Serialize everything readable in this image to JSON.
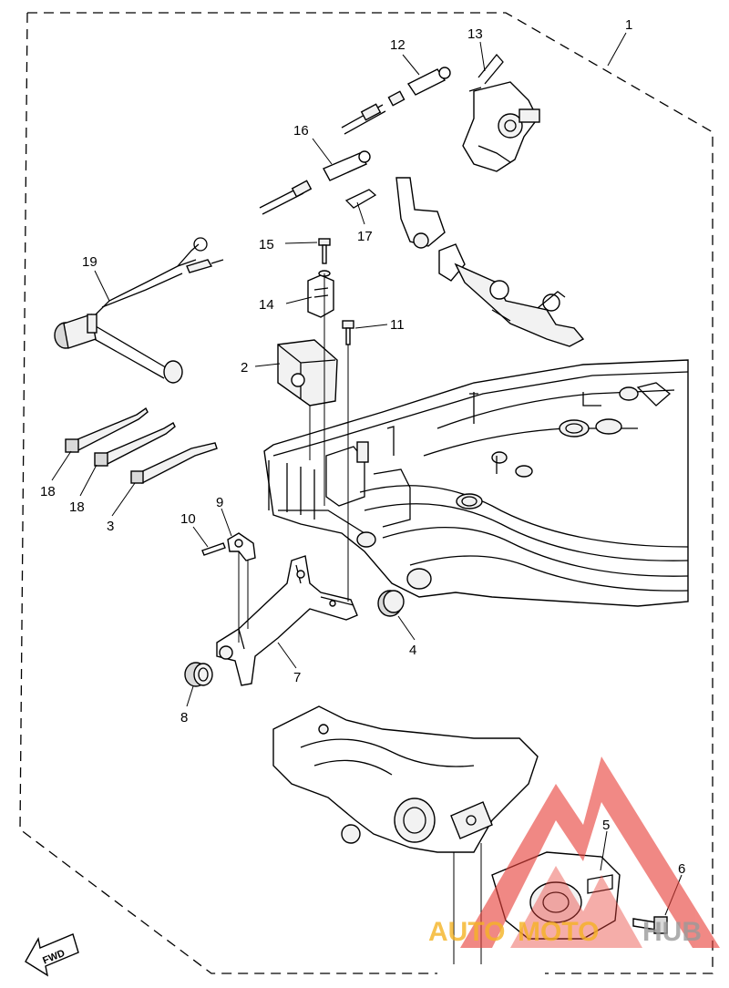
{
  "callouts": [
    {
      "id": "1",
      "label": "1"
    },
    {
      "id": "2",
      "label": "2"
    },
    {
      "id": "3",
      "label": "3"
    },
    {
      "id": "4",
      "label": "4"
    },
    {
      "id": "5",
      "label": "5"
    },
    {
      "id": "6",
      "label": "6"
    },
    {
      "id": "7",
      "label": "7"
    },
    {
      "id": "8",
      "label": "8"
    },
    {
      "id": "9",
      "label": "9"
    },
    {
      "id": "10",
      "label": "10"
    },
    {
      "id": "11",
      "label": "11"
    },
    {
      "id": "12",
      "label": "12"
    },
    {
      "id": "13",
      "label": "13"
    },
    {
      "id": "14",
      "label": "14"
    },
    {
      "id": "15",
      "label": "15"
    },
    {
      "id": "16",
      "label": "16"
    },
    {
      "id": "17",
      "label": "17"
    },
    {
      "id": "18a",
      "label": "18"
    },
    {
      "id": "18b",
      "label": "18"
    },
    {
      "id": "19",
      "label": "19"
    }
  ],
  "fwd_label": "FWD",
  "watermark": {
    "text_left": "AUTO",
    "text_mid": "MOTO",
    "text_right": "HUB",
    "color_orange": "#f5b324",
    "color_red": "#e8413a",
    "color_gray": "#9a9a9a"
  }
}
